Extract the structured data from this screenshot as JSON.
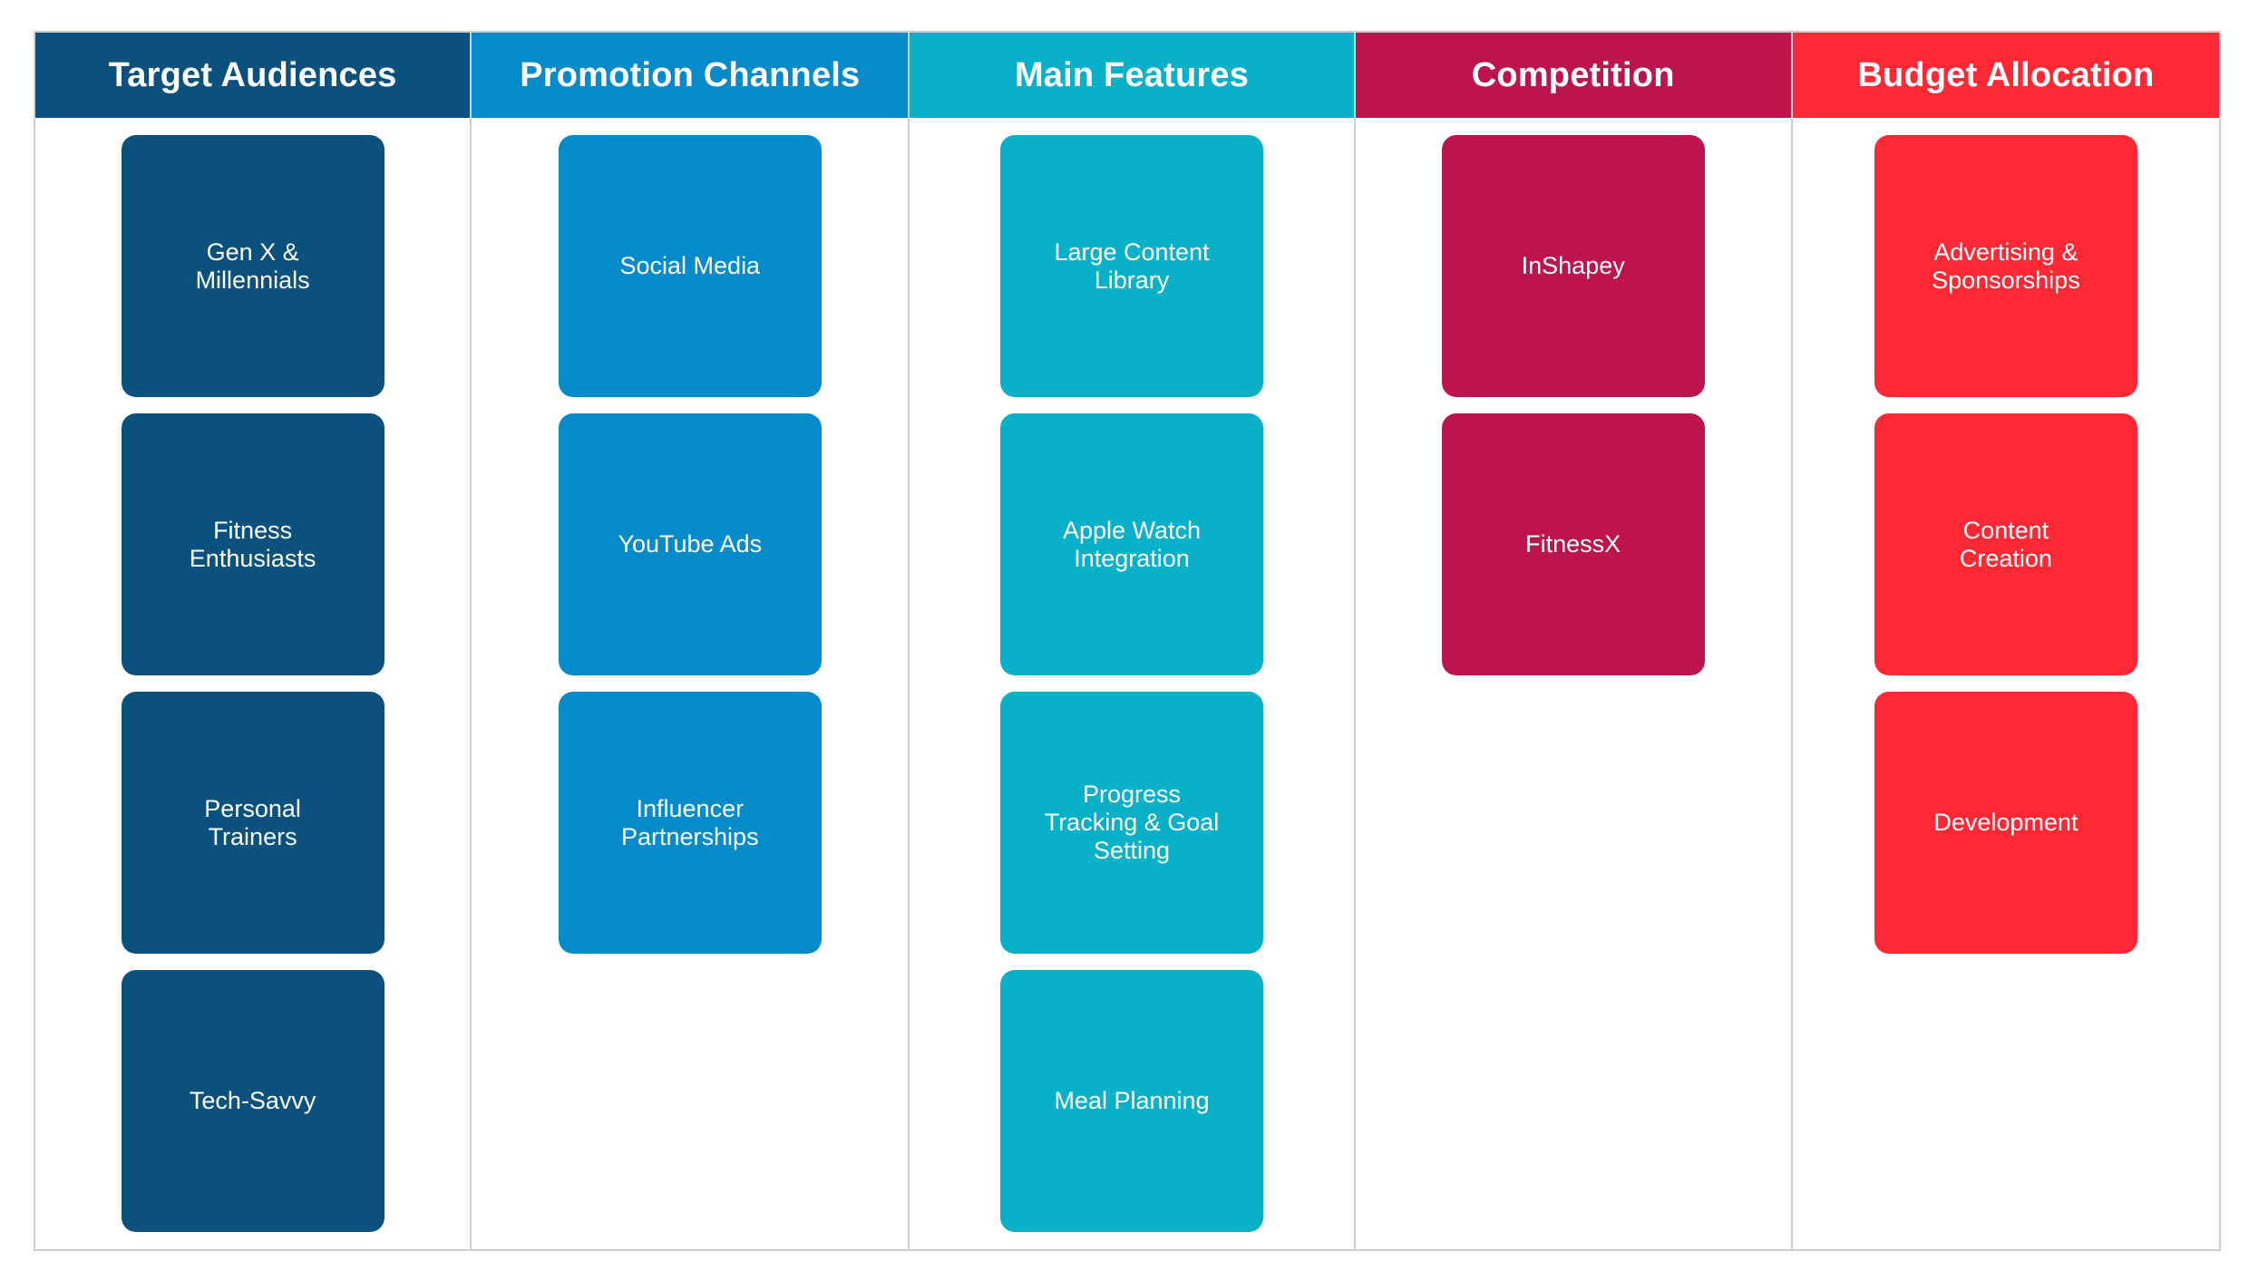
{
  "columns": [
    {
      "key": "target-audiences",
      "title": "Target Audiences",
      "color": "#0a517e",
      "cards": [
        "Gen X &\nMillennials",
        "Fitness\nEnthusiasts",
        "Personal\nTrainers",
        "Tech-Savvy"
      ]
    },
    {
      "key": "promotion-channels",
      "title": "Promotion Channels",
      "color": "#058bc9",
      "cards": [
        "Social Media",
        "YouTube Ads",
        "Influencer\nPartnerships"
      ]
    },
    {
      "key": "main-features",
      "title": "Main Features",
      "color": "#08b1c8",
      "cards": [
        "Large Content\nLibrary",
        "Apple Watch\nIntegration",
        "Progress\nTracking & Goal\nSetting",
        "Meal Planning"
      ]
    },
    {
      "key": "competition",
      "title": "Competition",
      "color": "#bc144b",
      "cards": [
        "InShapey",
        "FitnessX"
      ]
    },
    {
      "key": "budget-allocation",
      "title": "Budget Allocation",
      "color": "#fe2934",
      "cards": [
        "Advertising &\nSponsorships",
        "Content\nCreation",
        "Development"
      ]
    }
  ]
}
